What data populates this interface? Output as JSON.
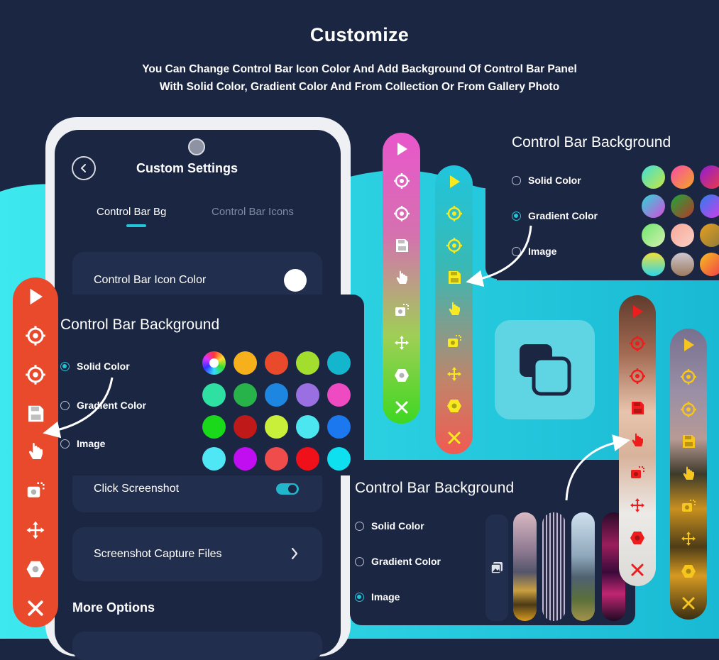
{
  "header": {
    "title": "Customize",
    "subtitle_line1": "You Can Change Control Bar Icon Color And Add Background Of Control Bar Panel",
    "subtitle_line2": "With Solid Color, Gradient Color And From Collection Or From Gallery Photo"
  },
  "phone": {
    "title": "Custom Settings",
    "tabs": [
      "Control Bar Bg",
      "Control Bar Icons"
    ],
    "active_tab": "Control Bar Bg",
    "icon_color_label": "Control Bar Icon Color",
    "click_screenshot_label": "Click Screenshot",
    "click_screenshot_on": true,
    "capture_files_label": "Screenshot Capture Files",
    "more_options_label": "More Options"
  },
  "panel_solid": {
    "title": "Control Bar Background",
    "options": [
      "Solid Color",
      "Gradient Color",
      "Image"
    ],
    "selected": "Solid Color",
    "colors": [
      "#34c3e8",
      "#f6b01b",
      "#ea4a2c",
      "#a3de2e",
      "#14b6cd",
      "#2fe0a3",
      "#28b24a",
      "#1c86e0",
      "#9a6fe2",
      "#ee4bc3",
      "#1ad81a",
      "#bf1919",
      "#c9ef3a",
      "#4ce6f0",
      "#1b78ee",
      "#4fe6f5",
      "#c10ef0",
      "#f04c4c",
      "#f0101a",
      "#0ee0f0"
    ]
  },
  "panel_gradient": {
    "title": "Control Bar Background",
    "options": [
      "Solid Color",
      "Gradient Color",
      "Image"
    ],
    "selected": "Gradient Color"
  },
  "panel_image": {
    "title": "Control Bar Background",
    "options": [
      "Solid Color",
      "Gradient Color",
      "Image"
    ],
    "selected": "Image"
  },
  "bar_icons": [
    "play-icon",
    "crosshair-icon",
    "crosshair-icon",
    "save-icon",
    "touch-icon",
    "screenshot-icon",
    "move-icon",
    "hexagon-icon",
    "close-icon"
  ],
  "colors": {
    "background": "#1b2643",
    "accent": "#21c4d8",
    "red_bar": "#ea4a2c"
  }
}
